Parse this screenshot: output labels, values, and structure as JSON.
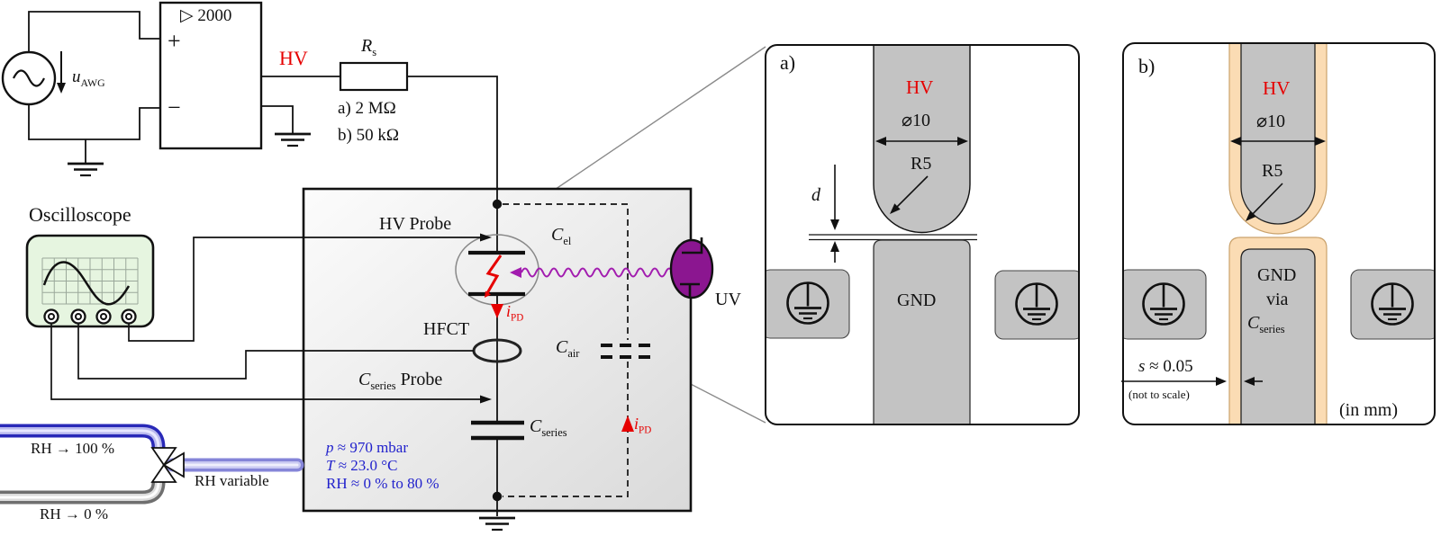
{
  "colors": {
    "hv_red": "#e60000",
    "env_blue": "#2222cc",
    "uv_purple": "#8b1690",
    "scope_green": "#e6f5e0",
    "electrode_gray": "#c3c3c3",
    "coating_orange": "#fbdcb4"
  },
  "circuit": {
    "gain_label": "▷ 2000",
    "plus": "+",
    "minus": "−",
    "source_label": {
      "base": "u",
      "sub": "AWG"
    },
    "hv_label": "HV",
    "series_resistor": {
      "base": "R",
      "sub": "s"
    },
    "resistor_values": [
      "a) 2 MΩ",
      "b) 50 kΩ"
    ]
  },
  "oscilloscope": {
    "label": "Oscilloscope"
  },
  "chamber": {
    "hv_probe_label": "HV Probe",
    "hfct_label": "HFCT",
    "cseries_probe": {
      "base": "C",
      "sub": "series",
      "rest": " Probe"
    },
    "c_el": {
      "base": "C",
      "sub": "el"
    },
    "c_air": {
      "base": "C",
      "sub": "air"
    },
    "c_series": {
      "base": "C",
      "sub": "series"
    },
    "i_pd": {
      "base": "i",
      "sub": "PD"
    },
    "uv_label": "UV",
    "environment": {
      "pressure": {
        "var": "p",
        "rest": " ≈ 970 mbar"
      },
      "temperature": {
        "var": "T",
        "rest": " ≈ 23.0 °C"
      },
      "humidity": "RH ≈ 0 % to 80 %"
    }
  },
  "humidity_supply": {
    "line_high": "RH → 100 %",
    "line_low": "RH → 0 %",
    "line_out": "RH variable"
  },
  "detail_a": {
    "panel_label": "a)",
    "hv_label": "HV",
    "diameter": "⌀10",
    "tip_radius": "R5",
    "gap_dim": "d",
    "gnd_label": "GND"
  },
  "detail_b": {
    "panel_label": "b)",
    "hv_label": "HV",
    "diameter": "⌀10",
    "tip_radius": "R5",
    "gnd_line1": "GND",
    "gnd_line2": "via",
    "gnd_line3": {
      "base": "C",
      "sub": "series"
    },
    "coating_dim": {
      "var": "s",
      "rest": " ≈ 0.05"
    },
    "note_scale": "(not to scale)",
    "note_units": "(in mm)"
  }
}
